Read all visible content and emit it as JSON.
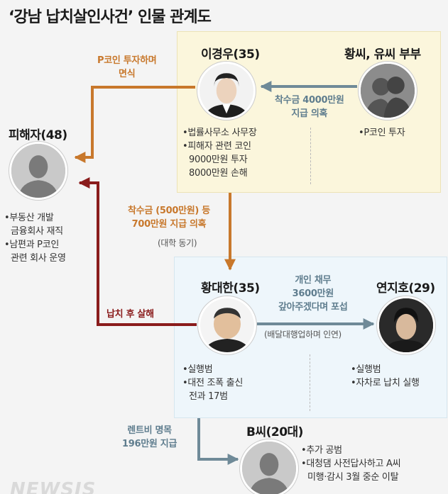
{
  "title": "‘강남 납치살인사건’ 인물 관계도",
  "persons": {
    "lee": {
      "name": "이경우(35)",
      "bullets": [
        "•법률사무소 사무장",
        "•피해자 관련 코인",
        " 9000만원 투자",
        " 8000만원 손해"
      ]
    },
    "hwang_couple": {
      "name": "황씨, 유씨 부부",
      "bullets": [
        "•P코인 투자"
      ]
    },
    "victim": {
      "name": "피해자(48)",
      "bullets": [
        "•부동산 개발",
        " 금융회사 재직",
        "•남편과 P코인",
        " 관련 회사 운영"
      ]
    },
    "hwangdaehan": {
      "name": "황대한(35)",
      "bullets": [
        "•실행범",
        "•대전 조폭 출신",
        " 전과 17범"
      ]
    },
    "yeonjiho": {
      "name": "연지호(29)",
      "bullets": [
        "•실행범",
        "•자차로 납치 실행"
      ]
    },
    "mr_b": {
      "name": "B씨(20대)",
      "bullets": [
        "•추가 공범",
        "•대청댐 사전답사하고 A씨",
        " 미행·감시 3월 중순 이탈"
      ]
    }
  },
  "relations": {
    "lee_to_victim": [
      "P코인 투자하며",
      "면식"
    ],
    "couple_to_lee": [
      "착수금 4000만원",
      "지급 의혹"
    ],
    "lee_to_hwang": [
      "착수금 (500만원) 등",
      "700만원 지급 의혹"
    ],
    "lee_to_hwang_note": "(대학 동기)",
    "hwang_to_victim": "납치 후 살해",
    "hwang_to_yeon": [
      "개인 채무",
      "3600만원",
      "갚아주겠다며 포섭"
    ],
    "hwang_to_yeon_note": "(배달대행업하며 인연)",
    "hwang_to_b": [
      "렌트비 명목",
      "196만원 지급"
    ]
  },
  "colors": {
    "orange": "#c8782c",
    "red": "#8a1c1c",
    "steel": "#6f8a98",
    "box_top": "#fbf6dc",
    "box_mid": "#eef6fb"
  },
  "watermark": "NEWSIS"
}
